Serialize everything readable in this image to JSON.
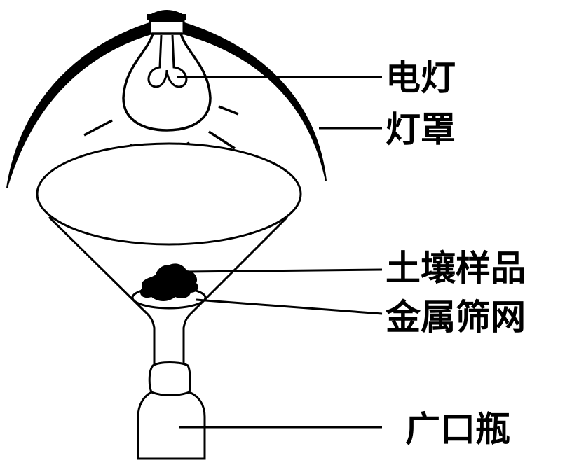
{
  "labels": {
    "lamp": "电灯",
    "lampshade": "灯罩",
    "soil_sample": "土壤样品",
    "metal_screen": "金属筛网",
    "wide_mouth_bottle": "广口瓶"
  }
}
